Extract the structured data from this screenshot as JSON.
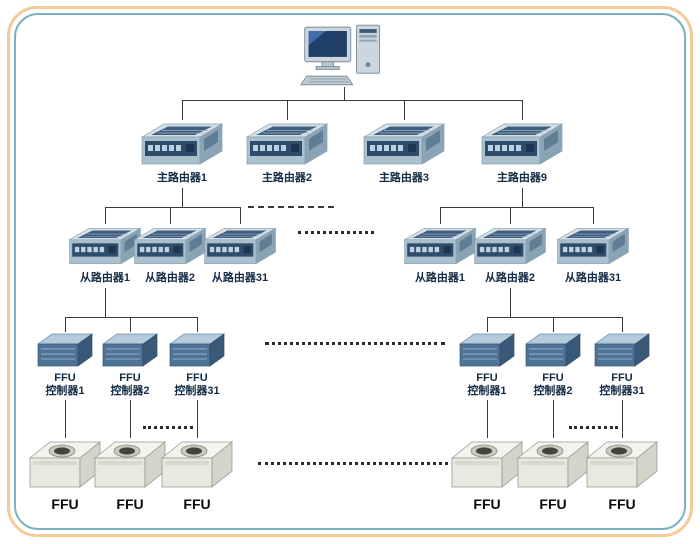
{
  "nodes": {
    "main_routers": [
      "主路由器1",
      "主路由器2",
      "主路由器3",
      "主路由器9"
    ],
    "slave_routers_left": [
      "从路由器1",
      "从路由器2",
      "从路由器31"
    ],
    "slave_routers_right": [
      "从路由器1",
      "从路由器2",
      "从路由器31"
    ],
    "controllers_left": [
      {
        "line1": "FFU",
        "line2": "控制器1"
      },
      {
        "line1": "FFU",
        "line2": "控制器2"
      },
      {
        "line1": "FFU",
        "line2": "控制器31"
      }
    ],
    "controllers_right": [
      {
        "line1": "FFU",
        "line2": "控制器1"
      },
      {
        "line1": "FFU",
        "line2": "控制器2"
      },
      {
        "line1": "FFU",
        "line2": "控制器31"
      }
    ],
    "ffu_label": "FFU"
  },
  "colors": {
    "frame_outer": "#f2cb9b",
    "frame_inner": "#79b2be",
    "connector": "#3a3a3a",
    "label_text": "#132c45"
  }
}
